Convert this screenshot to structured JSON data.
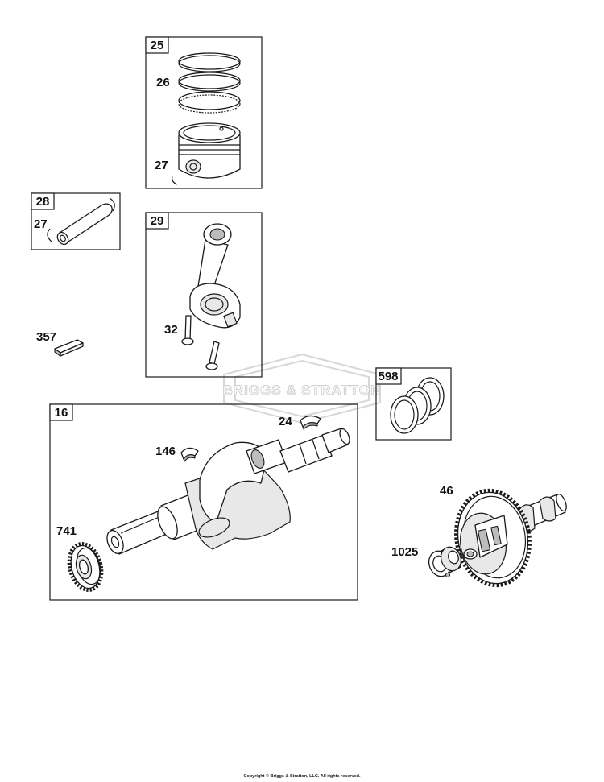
{
  "watermark": {
    "text": "BRIGGS & STRATTON"
  },
  "groups": [
    {
      "id": "25",
      "contains": [
        "26",
        "27"
      ]
    },
    {
      "id": "28",
      "contains": [
        "27"
      ]
    },
    {
      "id": "29",
      "contains": [
        "32"
      ]
    },
    {
      "id": "598",
      "contains": []
    },
    {
      "id": "16",
      "contains": [
        "24",
        "146",
        "741"
      ]
    }
  ],
  "callouts": {
    "c26": "26",
    "c27_piston": "27",
    "c27_pin": "27",
    "c32": "32",
    "c357": "357",
    "c24": "24",
    "c146": "146",
    "c741": "741",
    "c46": "46",
    "c1025": "1025"
  },
  "footer": {
    "copyright": "Copyright © Briggs & Stratton, LLC. All rights reserved."
  }
}
